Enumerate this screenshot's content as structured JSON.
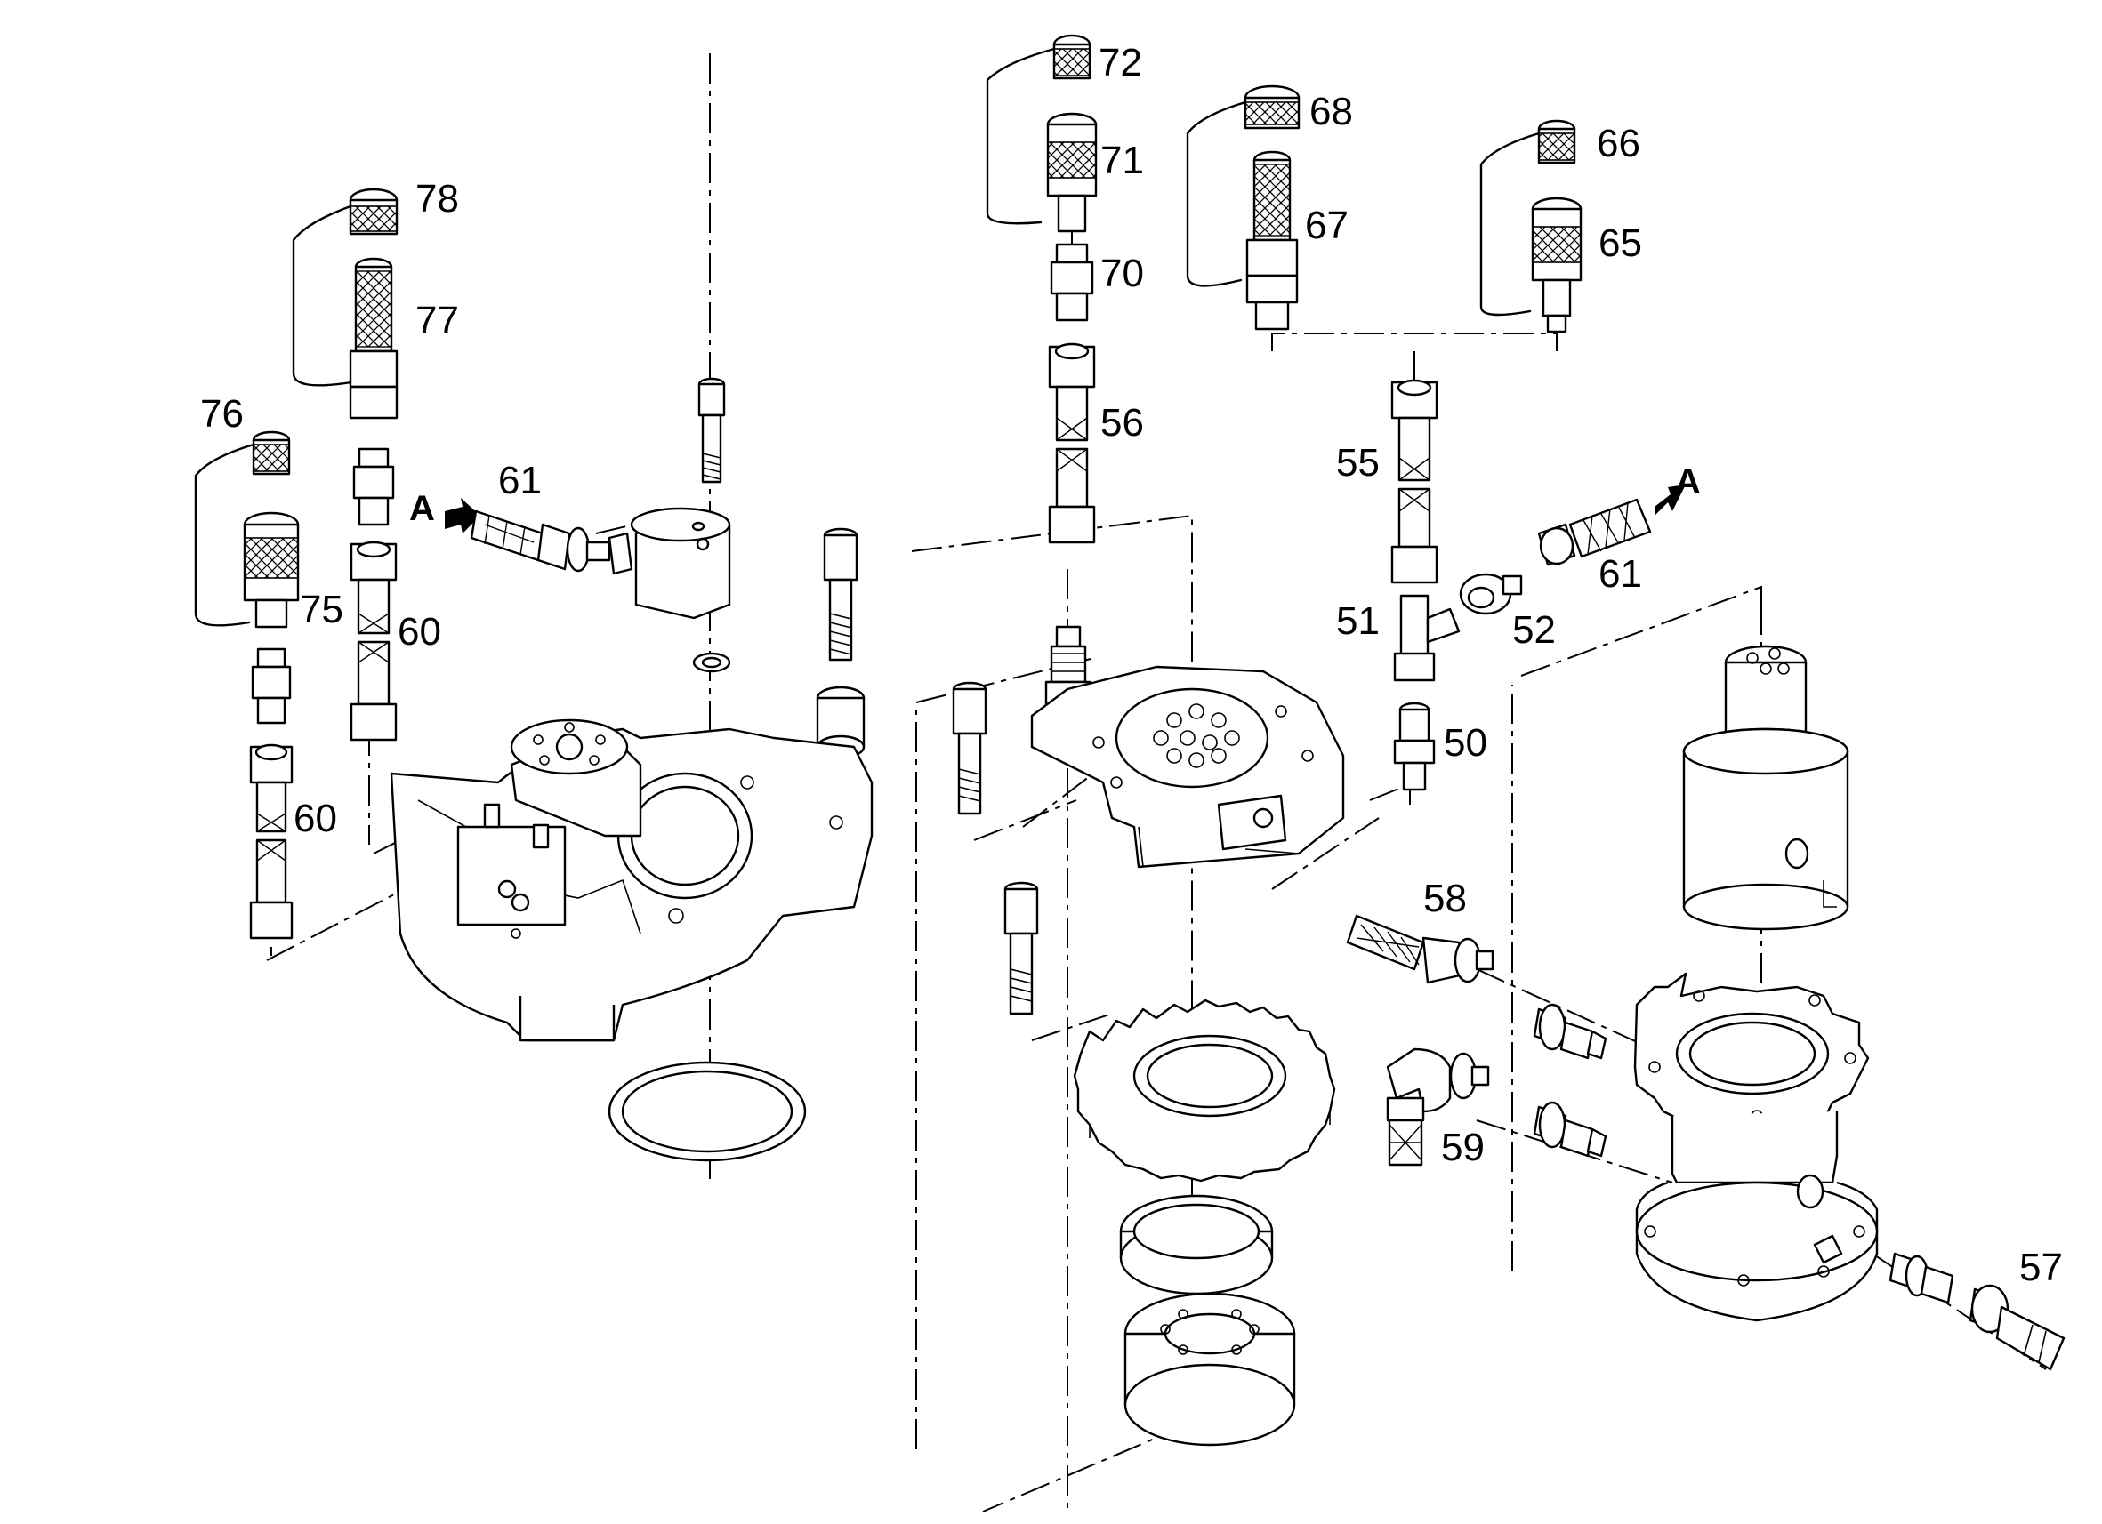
{
  "diagram": {
    "part_labels": [
      "72",
      "71",
      "70",
      "56",
      "68",
      "67",
      "66",
      "65",
      "55",
      "61",
      "51",
      "52",
      "50",
      "78",
      "77",
      "76",
      "61",
      "75",
      "60",
      "60",
      "58",
      "59",
      "57"
    ],
    "direction_marker": "A"
  }
}
